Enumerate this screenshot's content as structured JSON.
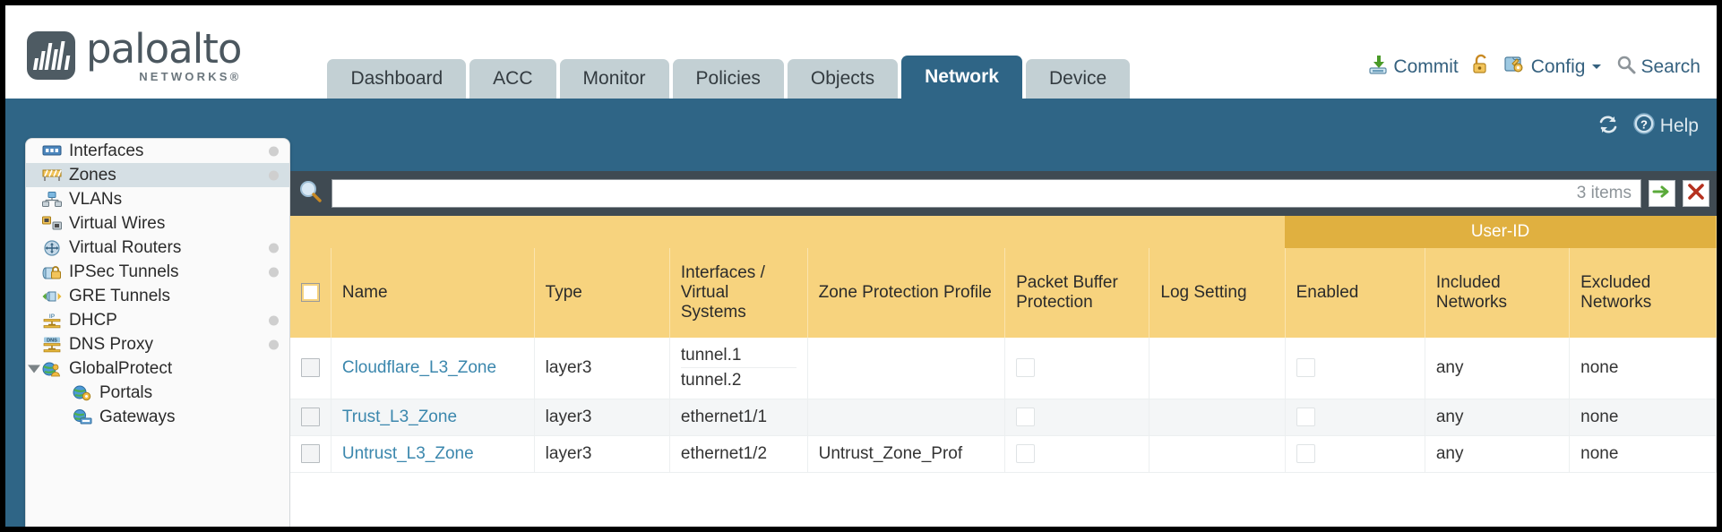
{
  "app": {
    "brand_name": "paloalto",
    "brand_sub": "NETWORKS®",
    "accent_blue": "#2f6586",
    "accent_amber": "#f7d37e",
    "group_amber": "#e0b040",
    "link_blue": "#3b87ad"
  },
  "tabs": [
    {
      "label": "Dashboard",
      "active": false
    },
    {
      "label": "ACC",
      "active": false
    },
    {
      "label": "Monitor",
      "active": false
    },
    {
      "label": "Policies",
      "active": false
    },
    {
      "label": "Objects",
      "active": false
    },
    {
      "label": "Network",
      "active": true
    },
    {
      "label": "Device",
      "active": false
    }
  ],
  "header_actions": {
    "commit": "Commit",
    "config": "Config",
    "search": "Search",
    "lock_icon": "unlock-icon",
    "commit_icon": "commit-icon",
    "config_icon": "config-wrench-icon",
    "search_icon": "search-magnifier-icon",
    "caret_icon": "chevron-down-icon"
  },
  "subbar": {
    "help": "Help",
    "refresh_icon": "refresh-icon",
    "help_icon": "help-question-icon"
  },
  "sidebar": {
    "items": [
      {
        "label": "Interfaces",
        "icon": "interfaces-icon",
        "selected": false,
        "dot": true,
        "child": false,
        "caret": false
      },
      {
        "label": "Zones",
        "icon": "zones-icon",
        "selected": true,
        "dot": true,
        "child": false,
        "caret": false
      },
      {
        "label": "VLANs",
        "icon": "vlans-icon",
        "selected": false,
        "dot": false,
        "child": false,
        "caret": false
      },
      {
        "label": "Virtual Wires",
        "icon": "virtual-wires-icon",
        "selected": false,
        "dot": false,
        "child": false,
        "caret": false
      },
      {
        "label": "Virtual Routers",
        "icon": "virtual-routers-icon",
        "selected": false,
        "dot": true,
        "child": false,
        "caret": false
      },
      {
        "label": "IPSec Tunnels",
        "icon": "ipsec-tunnels-icon",
        "selected": false,
        "dot": true,
        "child": false,
        "caret": false
      },
      {
        "label": "GRE Tunnels",
        "icon": "gre-tunnels-icon",
        "selected": false,
        "dot": false,
        "child": false,
        "caret": false
      },
      {
        "label": "DHCP",
        "icon": "dhcp-icon",
        "selected": false,
        "dot": true,
        "child": false,
        "caret": false
      },
      {
        "label": "DNS Proxy",
        "icon": "dns-proxy-icon",
        "selected": false,
        "dot": true,
        "child": false,
        "caret": false
      },
      {
        "label": "GlobalProtect",
        "icon": "globalprotect-icon",
        "selected": false,
        "dot": false,
        "child": false,
        "caret": true
      },
      {
        "label": "Portals",
        "icon": "portals-icon",
        "selected": false,
        "dot": false,
        "child": true,
        "caret": false
      },
      {
        "label": "Gateways",
        "icon": "gateways-icon",
        "selected": false,
        "dot": false,
        "child": true,
        "caret": false
      }
    ]
  },
  "search": {
    "value": "",
    "placeholder": "",
    "items_count": "3 items",
    "apply_icon": "apply-filter-arrow-icon",
    "clear_icon": "clear-filter-x-icon",
    "magnifier_icon": "search-magnifier-icon"
  },
  "table": {
    "group_header": "User-ID",
    "columns": [
      "Name",
      "Type",
      "Interfaces / Virtual Systems",
      "Zone Protection Profile",
      "Packet Buffer Protection",
      "Log Setting",
      "Enabled",
      "Included Networks",
      "Excluded Networks"
    ],
    "rows": [
      {
        "name": "Cloudflare_L3_Zone",
        "type": "layer3",
        "interfaces": [
          "tunnel.1",
          "tunnel.2"
        ],
        "zone_protection_profile": "",
        "packet_buffer_protection": false,
        "log_setting": "",
        "user_id_enabled": false,
        "included_networks": "any",
        "excluded_networks": "none"
      },
      {
        "name": "Trust_L3_Zone",
        "type": "layer3",
        "interfaces": [
          "ethernet1/1"
        ],
        "zone_protection_profile": "",
        "packet_buffer_protection": false,
        "log_setting": "",
        "user_id_enabled": false,
        "included_networks": "any",
        "excluded_networks": "none"
      },
      {
        "name": "Untrust_L3_Zone",
        "type": "layer3",
        "interfaces": [
          "ethernet1/2"
        ],
        "zone_protection_profile": "Untrust_Zone_Prof",
        "packet_buffer_protection": false,
        "log_setting": "",
        "user_id_enabled": false,
        "included_networks": "any",
        "excluded_networks": "none"
      }
    ]
  }
}
